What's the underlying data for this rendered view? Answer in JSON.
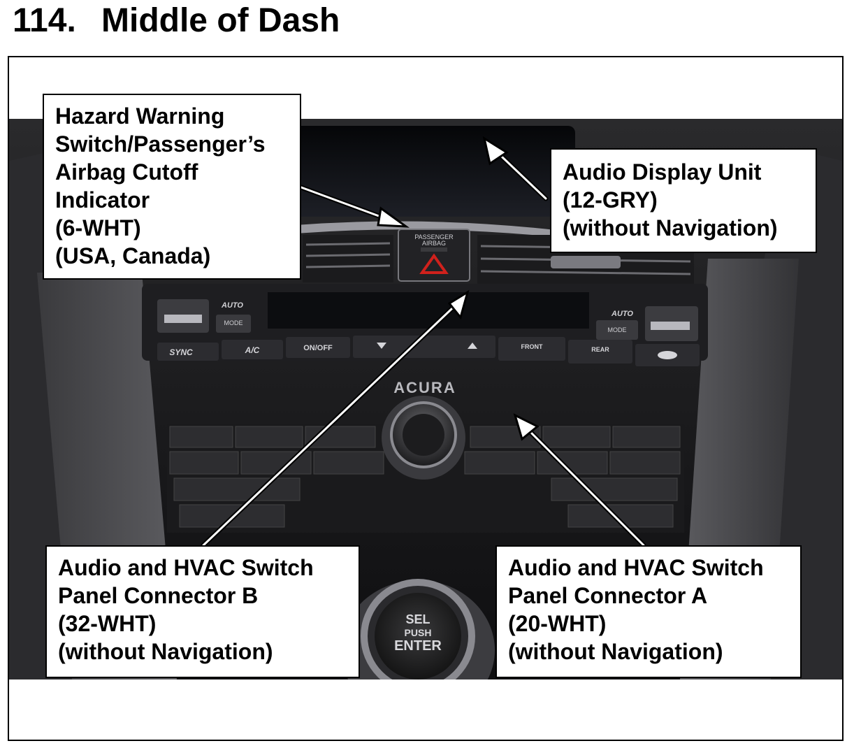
{
  "page": {
    "number": "114.",
    "title": "Middle of Dash"
  },
  "photo": {
    "hazard_button_label": "PASSENGER AIRBAG",
    "brand_logo": "ACURA",
    "knob_label": [
      "SEL",
      "PUSH",
      "ENTER"
    ],
    "climate_buttons": [
      "SYNC",
      "A/C",
      "ON/ OFF",
      "FRONT",
      "REAR",
      "AUTO",
      "MODE",
      "AUTO",
      "MODE"
    ]
  },
  "callouts": {
    "hazard": {
      "lines": [
        "Hazard Warning",
        "Switch/Passenger’s",
        "Airbag Cutoff",
        "Indicator",
        "(6-WHT)",
        "(USA, Canada)"
      ]
    },
    "display": {
      "lines": [
        "Audio Display Unit",
        "(12-GRY)",
        "(without Navigation)"
      ]
    },
    "connector_b": {
      "lines": [
        "Audio and HVAC Switch",
        "Panel Connector B",
        "(32-WHT)",
        "(without Navigation)"
      ]
    },
    "connector_a": {
      "lines": [
        "Audio and HVAC Switch",
        "Panel Connector A",
        "(20-WHT)",
        "(without Navigation)"
      ]
    }
  },
  "colors": {
    "hazard_triangle": "#d0211c",
    "dash_dark": "#1c1c1e",
    "trim_gray": "#5a5a5e"
  }
}
